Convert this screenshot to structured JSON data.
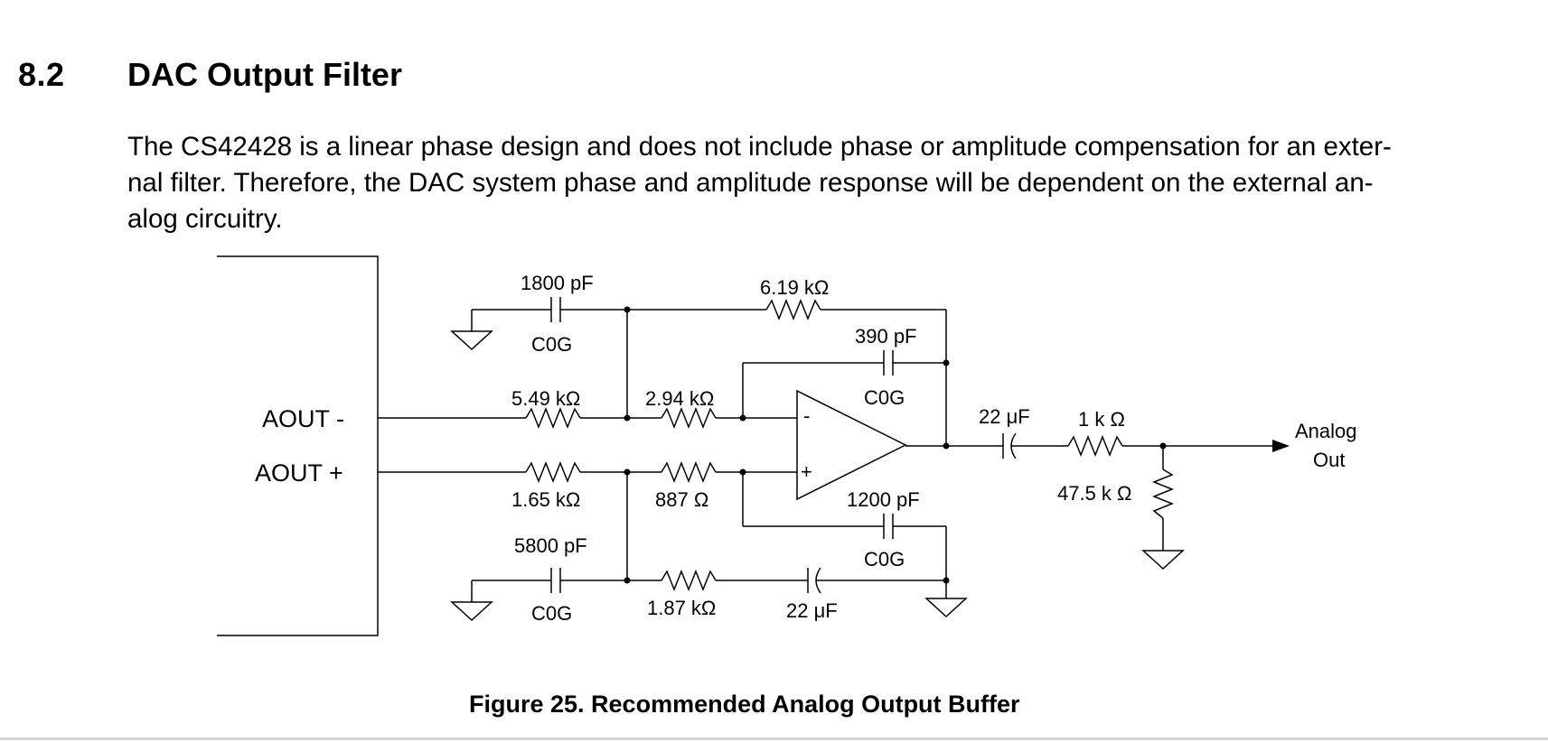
{
  "section": {
    "number": "8.2",
    "title": "DAC Output Filter"
  },
  "paragraph": {
    "lines": [
      "The CS42428 is a linear phase design and does not include phase or amplitude compensation for an exter-",
      "nal filter. Therefore, the DAC system phase and amplitude response will be dependent on the external an-",
      "alog circuitry."
    ]
  },
  "figure": {
    "caption": "Figure 25.  Recommended Analog Output Buffer",
    "inputs": {
      "minus": "AOUT -",
      "plus": "AOUT +"
    },
    "output": {
      "line1": "Analog",
      "line2": "Out"
    },
    "opamp": {
      "minus": "-",
      "plus": "+"
    },
    "components": {
      "c_top_left": {
        "value": "1800 pF",
        "dielectric": "C0G"
      },
      "r_top_feedback": {
        "value": "6.19 kΩ"
      },
      "c_feedback": {
        "value": "390 pF",
        "dielectric": "C0G"
      },
      "r_in_minus": {
        "value": "5.49 kΩ"
      },
      "r_minus_series": {
        "value": "2.94 kΩ"
      },
      "r_in_plus": {
        "value": "1.65 kΩ"
      },
      "r_plus_series": {
        "value": "887 Ω"
      },
      "c_plus_shunt": {
        "value": "1200 pF",
        "dielectric": "C0G"
      },
      "c_bottom_left": {
        "value": "5800 pF",
        "dielectric": "C0G"
      },
      "r_bottom": {
        "value": "1.87 kΩ"
      },
      "c_bottom_coupling": {
        "value": "22 μF"
      },
      "c_output_coupling": {
        "value": "22 μF"
      },
      "r_output": {
        "value": "1 k Ω"
      },
      "r_output_shunt": {
        "value": "47.5 k Ω"
      }
    }
  },
  "colors": {
    "text": "#000000",
    "background": "#ffffff",
    "rule": "#d4d4d4"
  }
}
